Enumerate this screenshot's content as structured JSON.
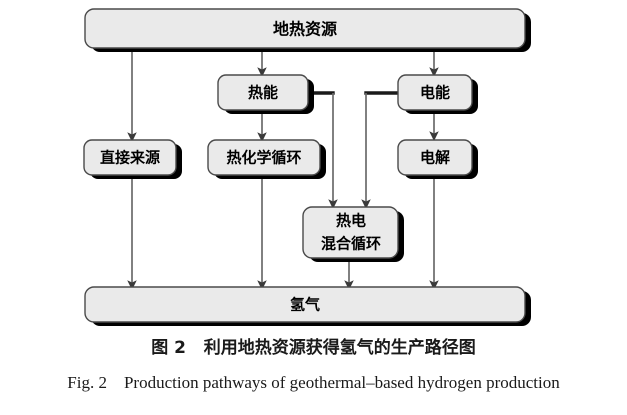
{
  "figure": {
    "caption_zh": "图 2   利用地热资源获得氢气的生产路径图",
    "caption_en": "Fig. 2    Production pathways of geothermal–based hydrogen production"
  },
  "diagram": {
    "type": "flowchart",
    "nodes": {
      "geothermal_resource": "地热资源",
      "thermal_energy": "热能",
      "electrical_energy": "电能",
      "direct_source": "直接来源",
      "thermochemical_cycle": "热化学循环",
      "electrolysis": "电解",
      "hybrid_cycle_line1": "热电",
      "hybrid_cycle_line2": "混合循环",
      "hydrogen": "氢气"
    },
    "edges": [
      {
        "from": "地热资源",
        "to": "直接来源"
      },
      {
        "from": "地热资源",
        "to": "热能"
      },
      {
        "from": "地热资源",
        "to": "电能"
      },
      {
        "from": "热能",
        "to": "热化学循环"
      },
      {
        "from": "热能",
        "to": "热电混合循环"
      },
      {
        "from": "电能",
        "to": "电解"
      },
      {
        "from": "电能",
        "to": "热电混合循环"
      },
      {
        "from": "直接来源",
        "to": "氢气"
      },
      {
        "from": "热化学循环",
        "to": "氢气"
      },
      {
        "from": "热电混合循环",
        "to": "氢气"
      },
      {
        "from": "电解",
        "to": "氢气"
      }
    ],
    "colors": {
      "node_fill": "#eaeaea",
      "node_border": "#4a4a4a",
      "shadow": "#000000",
      "arrow": "#6b6b6b",
      "connector": "#1a1a1a",
      "background": "#ffffff"
    }
  }
}
